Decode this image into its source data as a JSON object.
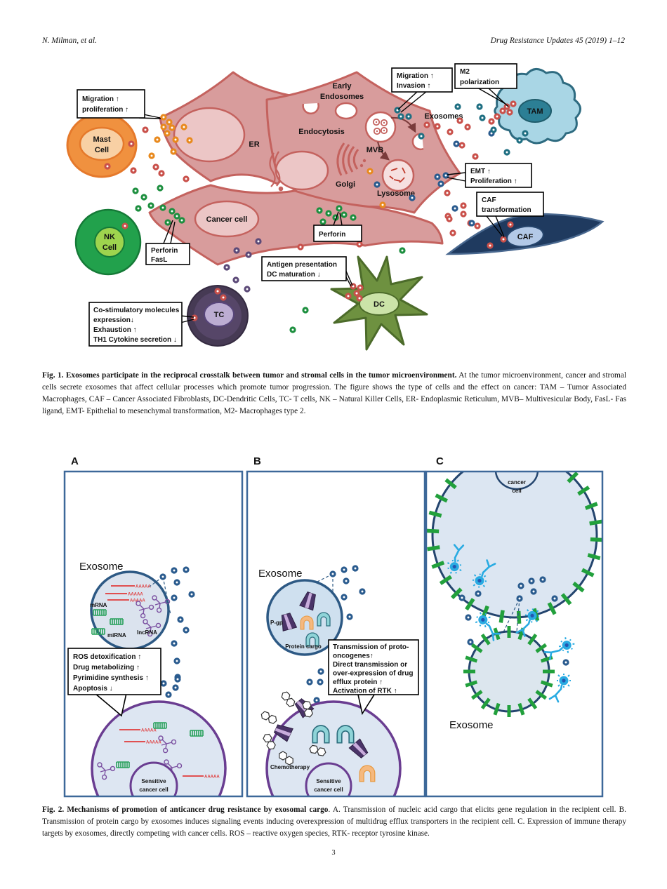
{
  "header": {
    "authors": "N. Milman, et al.",
    "journal": "Drug Resistance Updates 45 (2019) 1–12"
  },
  "page_number": "3",
  "fig1": {
    "cells": {
      "mast_1": "Mast",
      "mast_2": "Cell",
      "nk_1": "NK",
      "nk_2": "Cell",
      "tc": "TC",
      "dc": "DC",
      "caf": "CAF",
      "tam": "TAM",
      "cancer": "Cancer cell"
    },
    "organelles": {
      "er": "ER",
      "endocytosis": "Endocytosis",
      "early_1": "Early",
      "early_2": "Endosomes",
      "mvb": "MVB",
      "golgi": "Golgi",
      "lysosome": "Lysosome",
      "exosomes": "Exosomes"
    },
    "callouts": {
      "migration_proliferation": [
        "Migration ↑",
        "proliferation ↑"
      ],
      "migration_invasion": [
        "Migration ↑",
        "Invasion ↑"
      ],
      "m2": [
        "M2",
        "polarization"
      ],
      "emt": [
        "EMT ↑",
        "Proliferation ↑"
      ],
      "caf_transformation": [
        "CAF",
        "transformation"
      ],
      "perforin_fasl": [
        "Perforin",
        "FasL"
      ],
      "perforin": "Perforin",
      "antigen": [
        "Antigen presentation",
        "DC maturation ↓"
      ],
      "costim": [
        "Co-stimulatory molecules",
        "expression↓",
        "Exhaustion ↑",
        "TH1 Cytokine secretion ↓"
      ]
    },
    "caption": {
      "bold": "Fig. 1. Exosomes participate in the reciprocal crosstalk between tumor and stromal cells in the tumor microenvironment.",
      "rest": " At the tumor microenvironment, cancer and stromal cells secrete exosomes that affect cellular processes which promote tumor progression. The figure shows the type of cells and the effect on cancer: TAM – Tumor Associated Macrophages, CAF – Cancer Associated Fibroblasts, DC-Dendritic Cells, TC- T cells, NK – Natural Killer Cells, ER- Endoplasmic Reticulum, MVB– Multivesicular Body, FasL- Fas ligand, EMT- Epithelial to mesenchymal transformation, M2- Macrophages type 2."
    }
  },
  "fig2": {
    "panels": {
      "a": "A",
      "b": "B",
      "c": "C"
    },
    "panel_a": {
      "exosome": "Exosome",
      "mrna": "mRNA",
      "mirna": "miRNA",
      "lncrna": "lncRNA",
      "polya": "AAAAA",
      "box": [
        "ROS detoxification ↑",
        "Drug metabolizing ↑",
        "Pyrimidine synthesis ↑",
        "Apoptosis ↓"
      ],
      "cell_1": "Sensitive",
      "cell_2": "cancer cell"
    },
    "panel_b": {
      "exosome": "Exosome",
      "pgp": "P-gp",
      "protein_cargo": "Protein cargo",
      "chemo": "Chemotherapy",
      "box": [
        "Transmission of proto-",
        "oncogenes↑",
        "Direct transmission or",
        "over-expression of drug",
        "efflux protein  ↑",
        "Activation of RTK ↑"
      ],
      "cell_1": "Sensitive",
      "cell_2": "cancer cell"
    },
    "panel_c": {
      "cancer_1": "cancer",
      "cancer_2": "cell",
      "exosome": "Exosome"
    },
    "caption": {
      "bold": "Fig. 2. Mechanisms of promotion of anticancer drug resistance by exosomal cargo",
      "rest": ". A. Transmission of nucleic acid cargo that elicits gene regulation in the recipient cell. B. Transmission of protein cargo by exosomes induces signaling events inducing overexpression of multidrug efflux transporters in the recipient cell. C. Expression of immune therapy targets by exosomes, directly competing with cancer cells. ROS – reactive oxygen species, RTK- receptor tyrosine kinase."
    }
  },
  "colors": {
    "cell_pink": "#d89c9c",
    "cell_pink_stroke": "#c4625e",
    "panel_border": "#3d6899",
    "purple_cell_stroke": "#6a3d91",
    "green_tick": "#22a03c",
    "antibody_cyan": "#29abe2",
    "exosome_fill": "#dbe3ee",
    "exosome_stroke": "#2d5984"
  }
}
